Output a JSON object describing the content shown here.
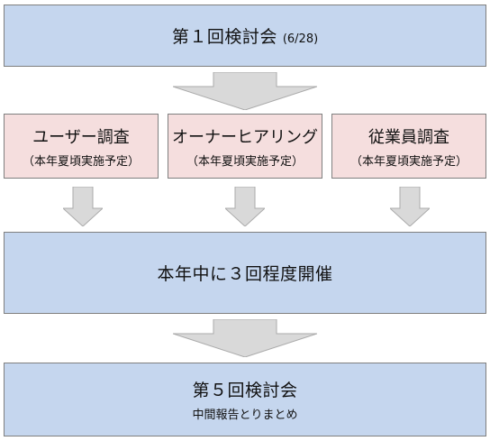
{
  "colors": {
    "blue_box": "#c5d6ee",
    "pink_box": "#f5dede",
    "border": "#7f7f7f",
    "arrow": "#d9d9d9"
  },
  "top": {
    "title": "第１回検討会",
    "date": "(6/28)"
  },
  "surveys": [
    {
      "title": "ユーザー調査",
      "note": "（本年夏頃実施予定）"
    },
    {
      "title": "オーナーヒアリング",
      "note": "（本年夏頃実施予定）"
    },
    {
      "title": "従業員調査",
      "note": "（本年夏頃実施予定）"
    }
  ],
  "middle": {
    "title": "本年中に３回程度開催"
  },
  "bottom": {
    "title": "第５回検討会",
    "subtitle": "中間報告とりまとめ"
  }
}
